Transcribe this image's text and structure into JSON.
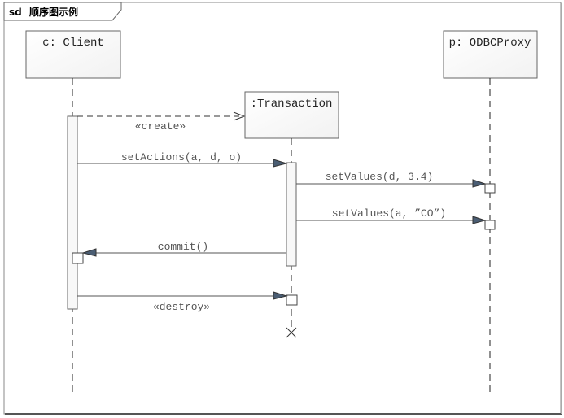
{
  "diagram": {
    "frame_keyword": "sd",
    "frame_title": "顺序图示例",
    "lifelines": [
      {
        "id": "client",
        "label": "c: Client"
      },
      {
        "id": "transaction",
        "label": ":Transaction"
      },
      {
        "id": "proxy",
        "label": "p: ODBCProxy"
      }
    ],
    "messages": [
      {
        "label": "«create»",
        "from": "client",
        "to": "transaction",
        "kind": "create"
      },
      {
        "label": "setActions(a, d, o)",
        "from": "client",
        "to": "transaction",
        "kind": "sync"
      },
      {
        "label": "setValues(d, 3.4)",
        "from": "transaction",
        "to": "proxy",
        "kind": "sync"
      },
      {
        "label": "setValues(a, ”CO”)",
        "from": "transaction",
        "to": "proxy",
        "kind": "sync"
      },
      {
        "label": "commit()",
        "from": "transaction",
        "to": "client",
        "kind": "sync"
      },
      {
        "label": "«destroy»",
        "from": "client",
        "to": "transaction",
        "kind": "destroy"
      }
    ],
    "colors": {
      "line": "#555555",
      "arrowhead": "#4a5d73",
      "box_fill": "#f8f8f8",
      "frame": "#777777"
    }
  }
}
